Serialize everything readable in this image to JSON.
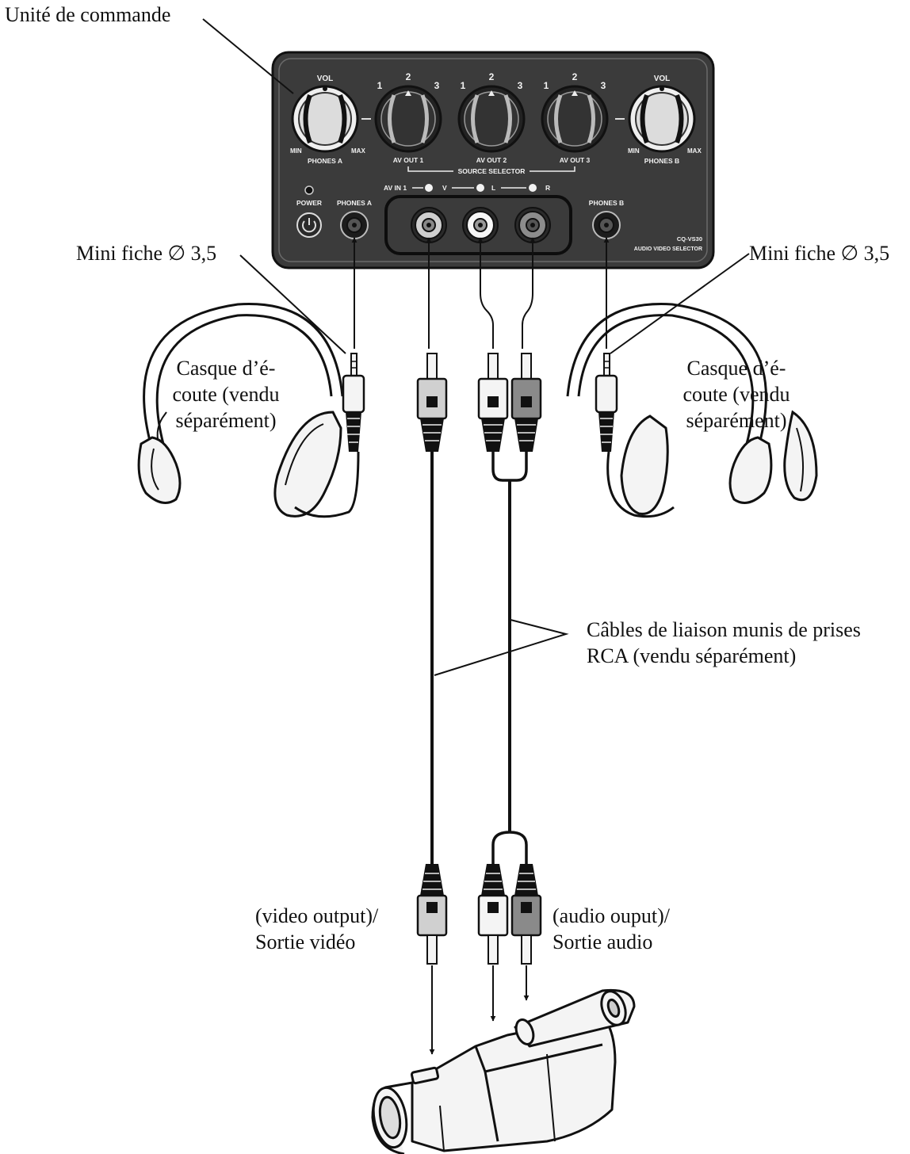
{
  "labels": {
    "control_unit": "Unité de commande",
    "mini_plug_left": "Mini fiche ∅ 3,5",
    "mini_plug_right": "Mini fiche ∅ 3,5",
    "headphones_left": [
      "Casque d’é-",
      "coute (vendu",
      "séparément)"
    ],
    "headphones_right": [
      "Casque d’é-",
      "coute (vendu",
      "séparément)"
    ],
    "cables": [
      "Câbles de liaison munis de prises",
      "RCA (vendu séparément)"
    ],
    "video_output": [
      "(video output)/",
      "Sortie vidéo"
    ],
    "audio_output": [
      "(audio ouput)/",
      "Sortie audio"
    ]
  },
  "panel": {
    "vol": "VOL",
    "min": "MIN",
    "max": "MAX",
    "phones_a": "PHONES A",
    "phones_b": "PHONES B",
    "av_out_1": "AV OUT 1",
    "av_out_2": "AV OUT 2",
    "av_out_3": "AV OUT 3",
    "source_selector": "SOURCE SELECTOR",
    "selector_positions": [
      "1",
      "2",
      "3"
    ],
    "av_in_1": "AV IN 1",
    "jack_v": "V",
    "jack_l": "L",
    "jack_r": "R",
    "power": "POWER",
    "model": "CQ-VS30",
    "product_name": "AUDIO VIDEO SELECTOR"
  },
  "colors": {
    "panel": "#3b3b3b",
    "ink": "#1a1a1a",
    "plug_light": "#d0d0d0",
    "plug_white": "#f4f4f4",
    "plug_dark": "#8a8a8a"
  }
}
